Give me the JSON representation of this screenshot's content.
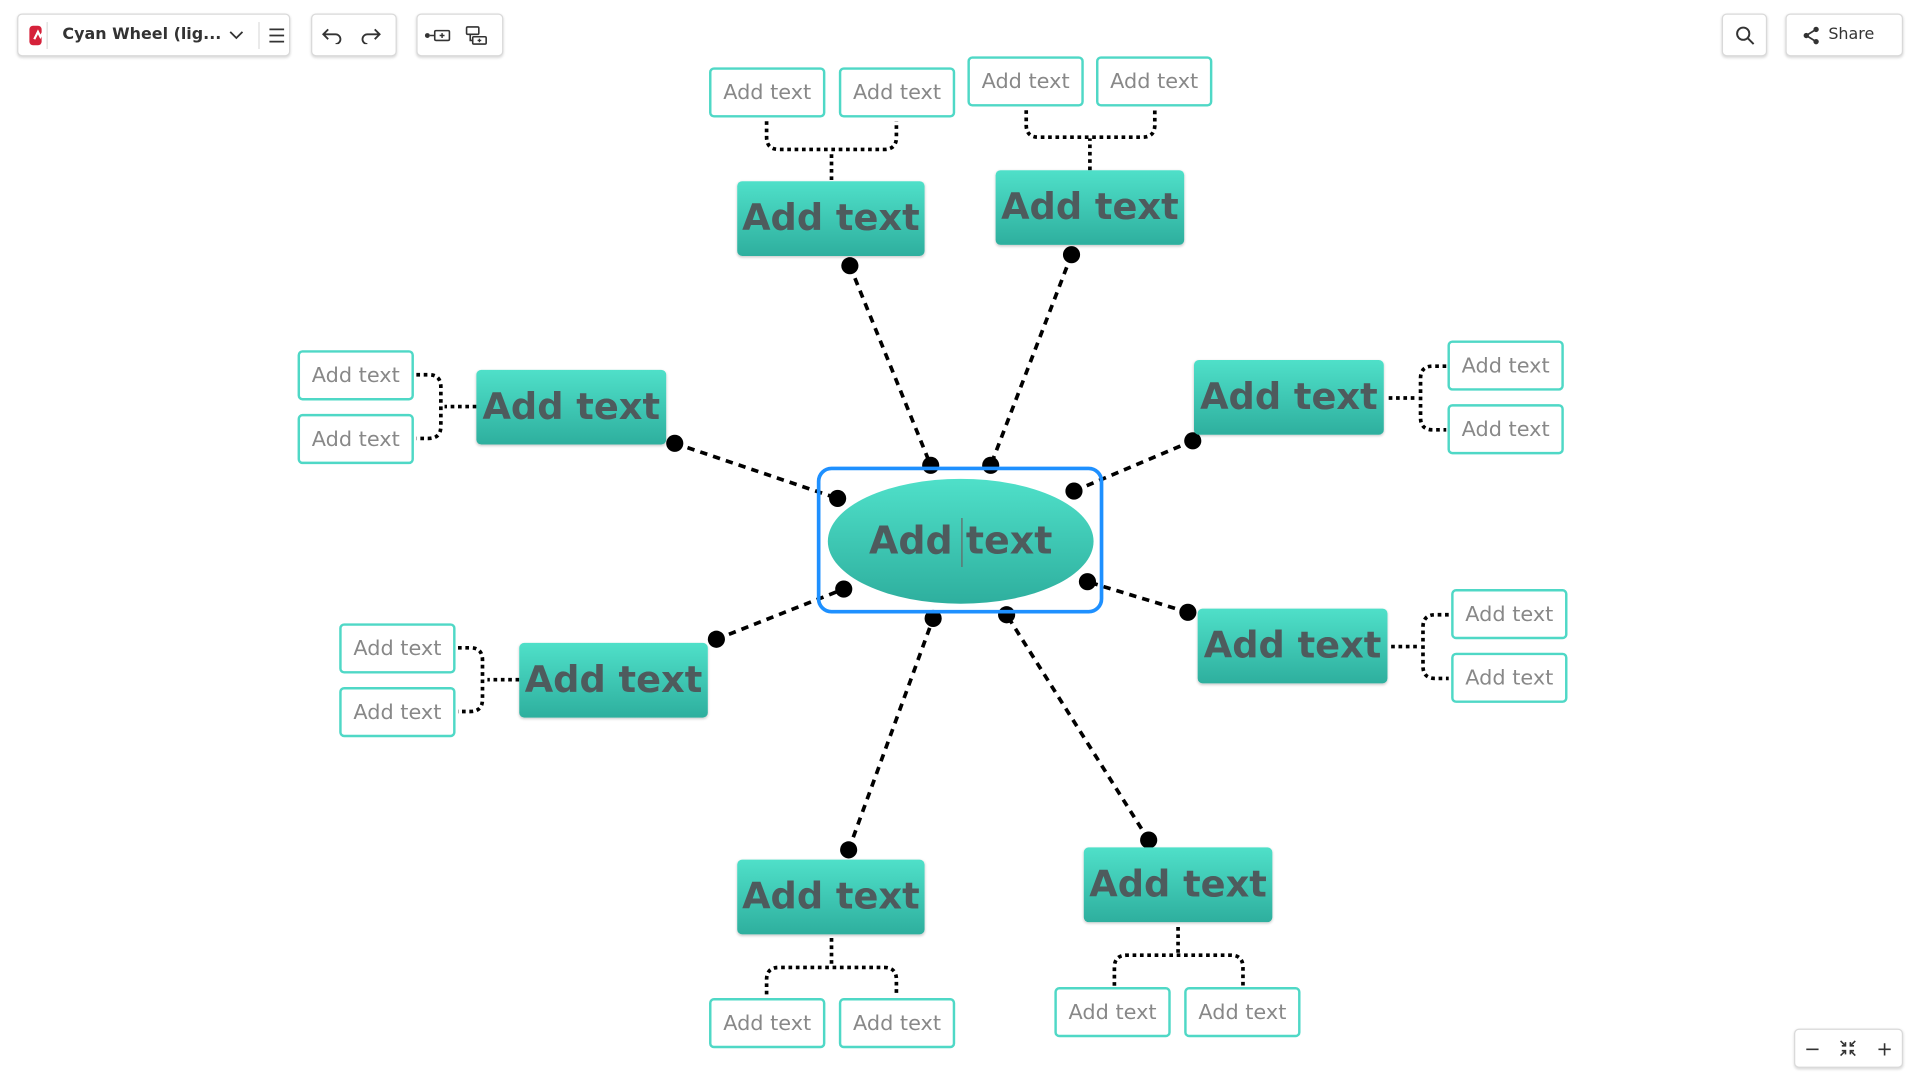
{
  "app": {
    "doc_name": "Cyan Wheel (lig...",
    "share_label": "Share"
  },
  "mindmap": {
    "central": "Add text",
    "topics": [
      {
        "label": "Add text",
        "subtopics": [
          "Add text",
          "Add text"
        ]
      },
      {
        "label": "Add text",
        "subtopics": [
          "Add text",
          "Add text"
        ]
      },
      {
        "label": "Add text",
        "subtopics": [
          "Add text",
          "Add text"
        ]
      },
      {
        "label": "Add text",
        "subtopics": [
          "Add text",
          "Add text"
        ]
      },
      {
        "label": "Add text",
        "subtopics": [
          "Add text",
          "Add text"
        ]
      },
      {
        "label": "Add text",
        "subtopics": [
          "Add text",
          "Add text"
        ]
      },
      {
        "label": "Add text",
        "subtopics": [
          "Add text",
          "Add text"
        ]
      },
      {
        "label": "Add text",
        "subtopics": [
          "Add text",
          "Add text"
        ]
      }
    ]
  },
  "zoom": {
    "minus": "−",
    "plus": "+"
  },
  "colors": {
    "accent": "#1e90ff",
    "topic_top": "#4fe0c9",
    "topic_bottom": "#2eaf9e",
    "subtopic_border": "#4fd8c6",
    "brand": "#d5213a"
  },
  "icons": [
    "app-logo-icon",
    "chevron-down-icon",
    "menu-icon",
    "undo-icon",
    "redo-icon",
    "add-sibling-icon",
    "add-child-icon",
    "search-icon",
    "share-icon",
    "fit-to-screen-icon"
  ]
}
